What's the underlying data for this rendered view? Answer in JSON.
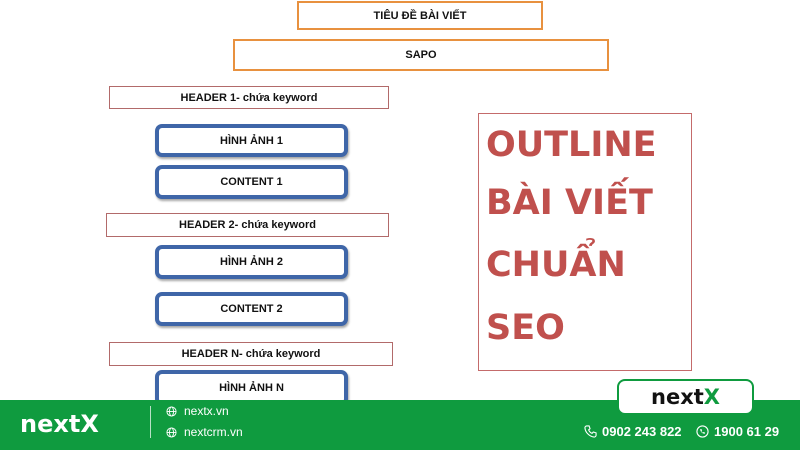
{
  "outline": {
    "title_box": "TIÊU ĐỀ BÀI VIẾT",
    "sapo_box": "SAPO",
    "header_1": "HEADER 1- chứa keyword",
    "image_1": "HÌNH ẢNH 1",
    "content_1": "CONTENT 1",
    "header_2": "HEADER 2- chứa keyword",
    "image_2": "HÌNH ẢNH 2",
    "content_2": "CONTENT 2",
    "header_n": "HEADER N- chứa keyword",
    "image_n": "HÌNH ẢNH N"
  },
  "big_title": {
    "line_1": "OUTLINE",
    "line_2": "BÀI VIẾT",
    "line_3": "CHUẨN",
    "line_4": "SEO"
  },
  "brand_badge": {
    "prefix": "next",
    "suffix": "X"
  },
  "footer": {
    "logo": "nextX",
    "site_1": "nextx.vn",
    "site_2": "nextcrm.vn",
    "phone_1": "0902 243 822",
    "phone_2": "1900 61 29"
  },
  "colors": {
    "brand_green": "#0f9b3f",
    "title_red": "#c0504d",
    "box_orange": "#e8913f",
    "box_blue": "#3f66a8"
  }
}
